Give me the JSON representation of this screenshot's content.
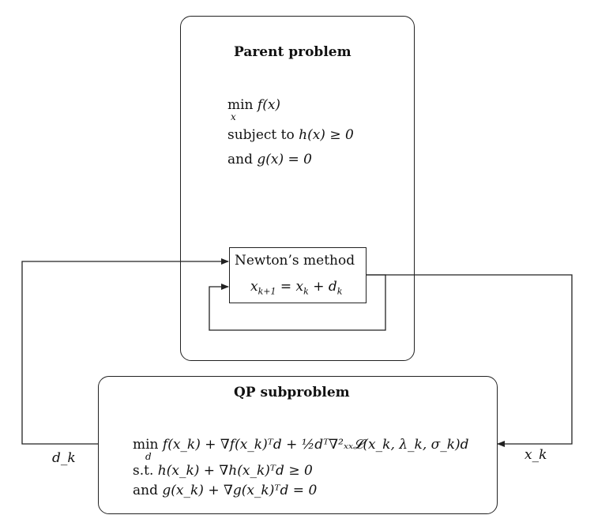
{
  "parent": {
    "title": "Parent problem",
    "line1_min": "min",
    "line1_sub": "x",
    "line1_expr": "f(x)",
    "line2_prefix": "subject to ",
    "line2_expr": "h(x) ≥ 0",
    "line3_prefix": "and ",
    "line3_expr": "g(x) = 0"
  },
  "newton": {
    "title": "Newton’s method",
    "update_lhs": "x",
    "update_lhs_sub": "k+1",
    "update_eq": " = x",
    "update_rhs_sub": "k",
    "update_plus": " + d",
    "update_plus_sub": "k"
  },
  "qp": {
    "title": "QP subproblem",
    "obj_min": "min",
    "obj_sub": "d",
    "obj_expr": "f(x_k) + ∇f(x_k)ᵀd + ½dᵀ∇²ₓₓ𝓛(x_k, λ_k, σ_k)d",
    "c1_prefix": "s.t. ",
    "c1_expr": "h(x_k) + ∇h(x_k)ᵀd ≥ 0",
    "c2_prefix": "and ",
    "c2_expr": "g(x_k) + ∇g(x_k)ᵀd = 0"
  },
  "labels": {
    "left_arrow": "d_k",
    "right_arrow": "x_k"
  }
}
